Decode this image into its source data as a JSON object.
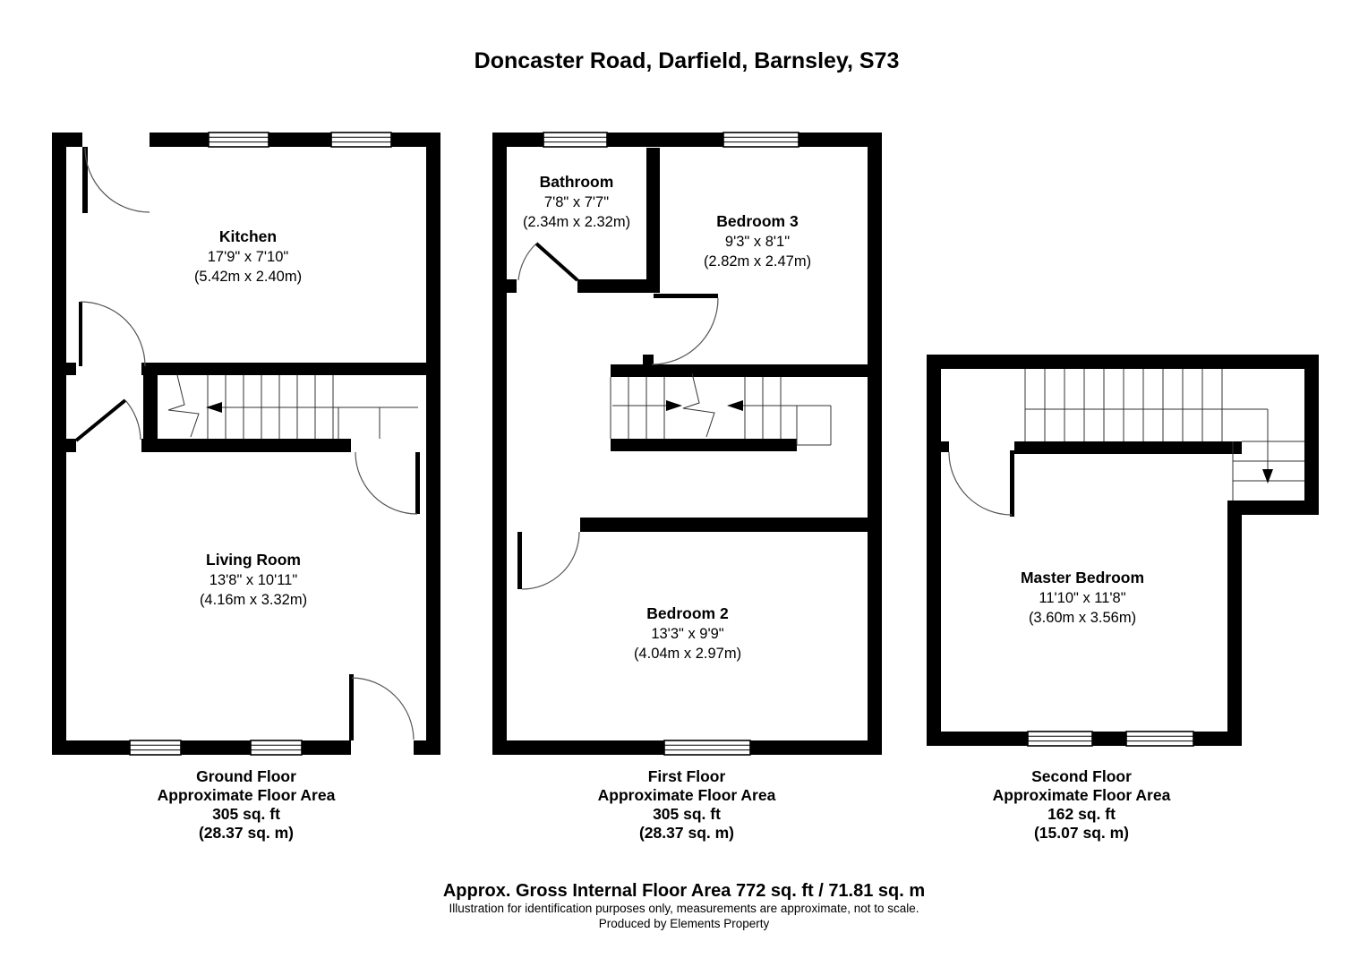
{
  "title": "Doncaster Road, Darfield, Barnsley, S73",
  "rooms": {
    "kitchen": {
      "name": "Kitchen",
      "imperial": "17'9\" x 7'10\"",
      "metric": "(5.42m x 2.40m)"
    },
    "living_room": {
      "name": "Living Room",
      "imperial": "13'8\" x 10'11\"",
      "metric": "(4.16m x 3.32m)"
    },
    "bathroom": {
      "name": "Bathroom",
      "imperial": "7'8\" x 7'7\"",
      "metric": "(2.34m x 2.32m)"
    },
    "bedroom3": {
      "name": "Bedroom 3",
      "imperial": "9'3\" x 8'1\"",
      "metric": "(2.82m x 2.47m)"
    },
    "bedroom2": {
      "name": "Bedroom 2",
      "imperial": "13'3\" x 9'9\"",
      "metric": "(4.04m x 2.97m)"
    },
    "master_bedroom": {
      "name": "Master Bedroom",
      "imperial": "11'10\" x 11'8\"",
      "metric": "(3.60m x 3.56m)"
    }
  },
  "captions": {
    "ground": [
      "Ground Floor",
      "Approximate Floor Area",
      "305 sq. ft",
      "(28.37 sq. m)"
    ],
    "first": [
      "First Floor",
      "Approximate Floor Area",
      "305 sq. ft",
      "(28.37 sq. m)"
    ],
    "second": [
      "Second Floor",
      "Approximate Floor Area",
      "162 sq. ft",
      "(15.07 sq. m)"
    ]
  },
  "footer": {
    "total": "Approx. Gross Internal Floor Area 772 sq. ft / 71.81 sq. m",
    "disclaimer": "Illustration for identification purposes only, measurements are approximate, not to scale.",
    "credit": "Produced by Elements Property"
  },
  "colors": {
    "wall": "#000000",
    "background": "#ffffff"
  }
}
